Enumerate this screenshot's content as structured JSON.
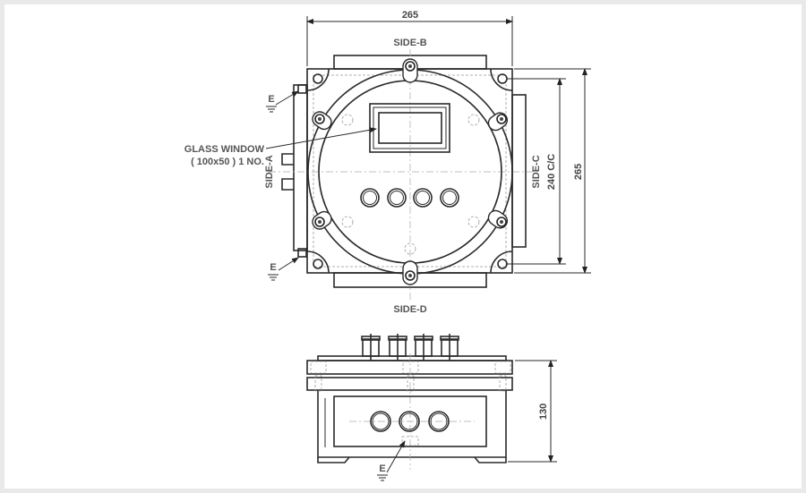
{
  "top_view": {
    "width_dim": "265",
    "height_dim": "265",
    "cc_dim": "240 C/C",
    "side_b": "SIDE-B",
    "side_c": "SIDE-C",
    "side_d": "SIDE-D",
    "side_a": "SIDE-A",
    "glass_label_1": "GLASS WINDOW",
    "glass_label_2": "( 100x50 ) 1 NO.",
    "earth_label_top": "E",
    "earth_label_bottom": "E",
    "push_buttons": 4
  },
  "side_view": {
    "height_dim": "130",
    "earth_label": "E",
    "cable_glands": 4
  }
}
